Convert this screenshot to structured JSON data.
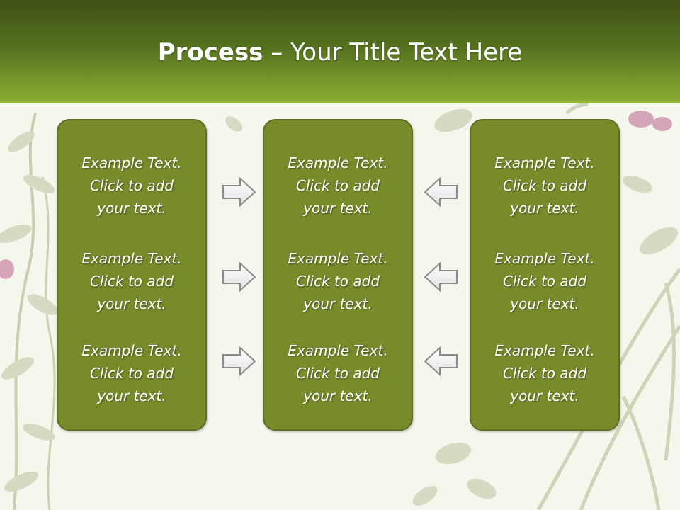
{
  "slide": {
    "title_bold": "Process",
    "title_rest": " – Your Title Text Here"
  },
  "panels": [
    {
      "blocks": [
        {
          "lines": [
            "Example Text.",
            "Click  to add",
            "your text."
          ]
        },
        {
          "lines": [
            "Example Text.",
            "Click  to add",
            "your text."
          ]
        },
        {
          "lines": [
            "Example Text.",
            "Click  to add",
            "your text."
          ]
        }
      ]
    },
    {
      "blocks": [
        {
          "lines": [
            "Example Text.",
            "Click  to add",
            "your text."
          ]
        },
        {
          "lines": [
            "Example Text.",
            "Click  to add",
            "your text."
          ]
        },
        {
          "lines": [
            "Example Text.",
            "Click  to add",
            "your text."
          ]
        }
      ]
    },
    {
      "blocks": [
        {
          "lines": [
            "Example Text.",
            "Click  to add",
            "your text."
          ]
        },
        {
          "lines": [
            "Example Text.",
            "Click  to add",
            "your text."
          ]
        },
        {
          "lines": [
            "Example Text.",
            "Click  to add",
            "your text."
          ]
        }
      ]
    }
  ],
  "colors": {
    "header_dark": "#3f5116",
    "header_light": "#8cab35",
    "panel_fill": "#788b2b",
    "panel_border": "#5e6d21",
    "background": "#f6f7ec",
    "arrow_stroke": "#8a8a8a"
  },
  "icons": {
    "right": "arrow-right-icon",
    "left": "arrow-left-icon"
  }
}
